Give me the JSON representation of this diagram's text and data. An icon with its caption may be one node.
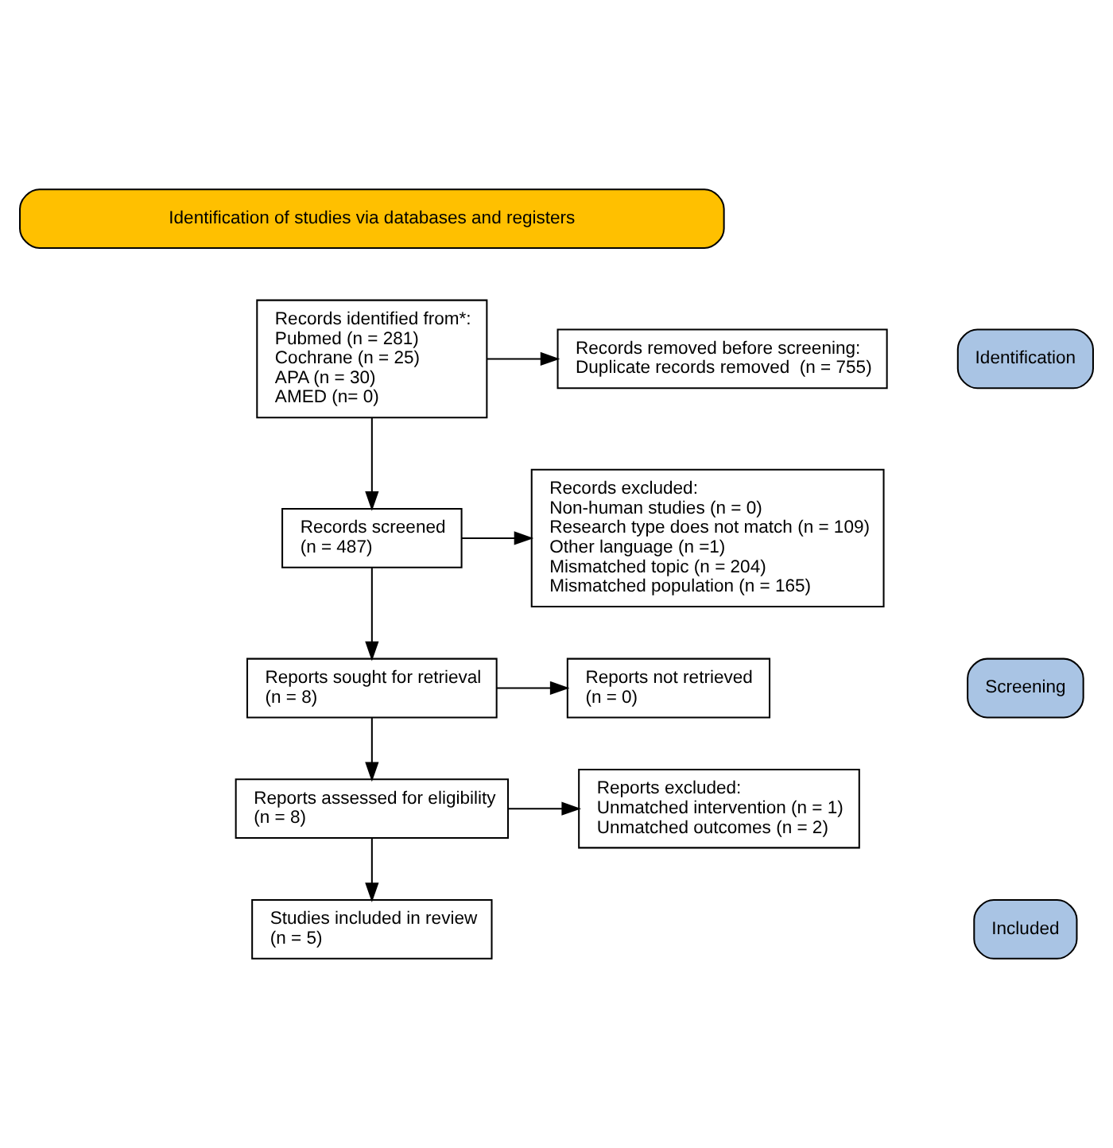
{
  "diagram": {
    "nodes": [
      {
        "text": [
          "Identification of studies via databases and registers"
        ]
      },
      {
        "text": [
          "Identification"
        ]
      },
      {
        "text": [
          "Screening"
        ]
      },
      {
        "text": [
          "Included"
        ]
      },
      {
        "text": [
          "Records identified from*:",
          "Pubmed (n = 281)",
          "Cochrane (n = 25)",
          "APA (n = 30)",
          "AMED (n= 0)"
        ]
      },
      {
        "text": [
          "Records removed before screening:",
          "Duplicate records removed  (n = 755)"
        ]
      },
      {
        "text": [
          "Records screened",
          "(n = 487)"
        ]
      },
      {
        "text": [
          "Records excluded:",
          "Non-human studies (n = 0)",
          "Research type does not match (n = 109)",
          "Other language (n =1)",
          "Mismatched topic (n = 204)",
          "Mismatched population (n = 165)"
        ]
      },
      {
        "text": [
          "Reports sought for retrieval",
          "(n = 8)"
        ]
      },
      {
        "text": [
          "Reports not retrieved",
          "(n = 0)"
        ]
      },
      {
        "text": [
          "Reports assessed for eligibility",
          "(n = 8)"
        ]
      },
      {
        "text": [
          "Reports excluded:",
          "Unmatched intervention (n = 1)",
          "Unmatched outcomes (n = 2)"
        ]
      },
      {
        "text": [
          "Studies included in review",
          "(n = 5)"
        ]
      }
    ],
    "edges": [
      {
        "from": 4,
        "to": 5,
        "arrow": "to"
      },
      {
        "from": 4,
        "to": 6,
        "arrow": "to"
      },
      {
        "from": 6,
        "to": 7,
        "arrow": "to"
      },
      {
        "from": 6,
        "to": 8,
        "arrow": "to"
      },
      {
        "from": 8,
        "to": 9,
        "arrow": "to"
      },
      {
        "from": 8,
        "to": 10,
        "arrow": "to"
      },
      {
        "from": 10,
        "to": 11,
        "arrow": "to"
      },
      {
        "from": 10,
        "to": 12,
        "arrow": "to"
      }
    ]
  }
}
